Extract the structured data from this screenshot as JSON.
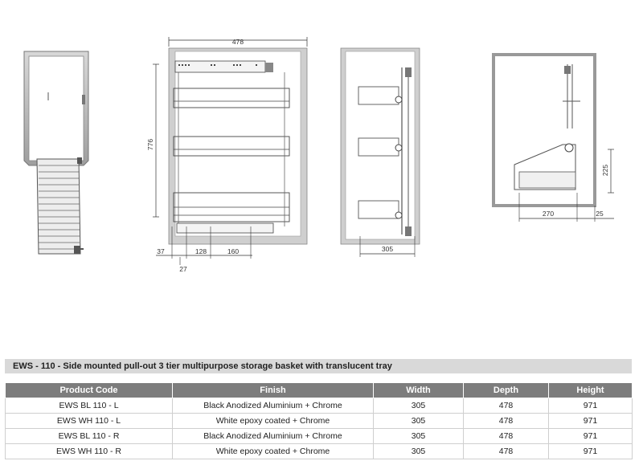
{
  "dimensions": {
    "width_top": "478",
    "height_left": "776",
    "bottom_37": "37",
    "bottom_128": "128",
    "bottom_160": "160",
    "bottom_27": "27",
    "depth_305": "305",
    "side_225": "225",
    "side_270": "270",
    "side_25": "25"
  },
  "spec": {
    "title": "EWS - 110 - Side mounted pull-out 3 tier multipurpose storage basket with translucent tray",
    "headers": [
      "Product Code",
      "Finish",
      "Width",
      "Depth",
      "Height"
    ],
    "rows": [
      [
        "EWS BL 110 - L",
        "Black Anodized Aluminium + Chrome",
        "305",
        "478",
        "971"
      ],
      [
        "EWS WH 110 - L",
        "White epoxy coated + Chrome",
        "305",
        "478",
        "971"
      ],
      [
        "EWS BL 110 - R",
        "Black Anodized Aluminium + Chrome",
        "305",
        "478",
        "971"
      ],
      [
        "EWS WH 110 - R",
        "White epoxy coated + Chrome",
        "305",
        "478",
        "971"
      ]
    ]
  }
}
